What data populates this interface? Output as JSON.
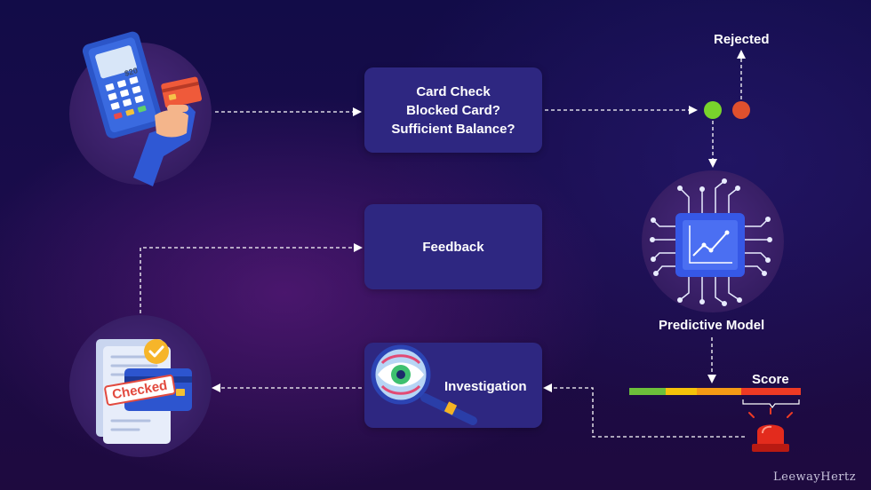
{
  "card_check": {
    "lines": [
      "Card Check",
      "Blocked Card?",
      "Sufficient Balance?"
    ]
  },
  "feedback": {
    "label": "Feedback"
  },
  "investigation": {
    "label": "Investigation"
  },
  "rejected": {
    "label": "Rejected"
  },
  "predictive_model": {
    "label": "Predictive Model"
  },
  "score": {
    "label": "Score"
  },
  "terminal": {
    "amount": "$20"
  },
  "checked_stamp": {
    "label": "Checked"
  },
  "watermark": {
    "brand": "LeewayHertz"
  },
  "colors": {
    "approve_dot": "#79d42c",
    "reject_dot": "#e0502d",
    "box": "#2e2781",
    "score_segments": [
      "#6dbf3b",
      "#f5c20a",
      "#f59a15",
      "#ee3a24"
    ]
  },
  "icons": [
    "payment-terminal-icon",
    "chip-chart-icon",
    "eye-magnifier-icon",
    "document-card-check-icon",
    "siren-icon"
  ]
}
